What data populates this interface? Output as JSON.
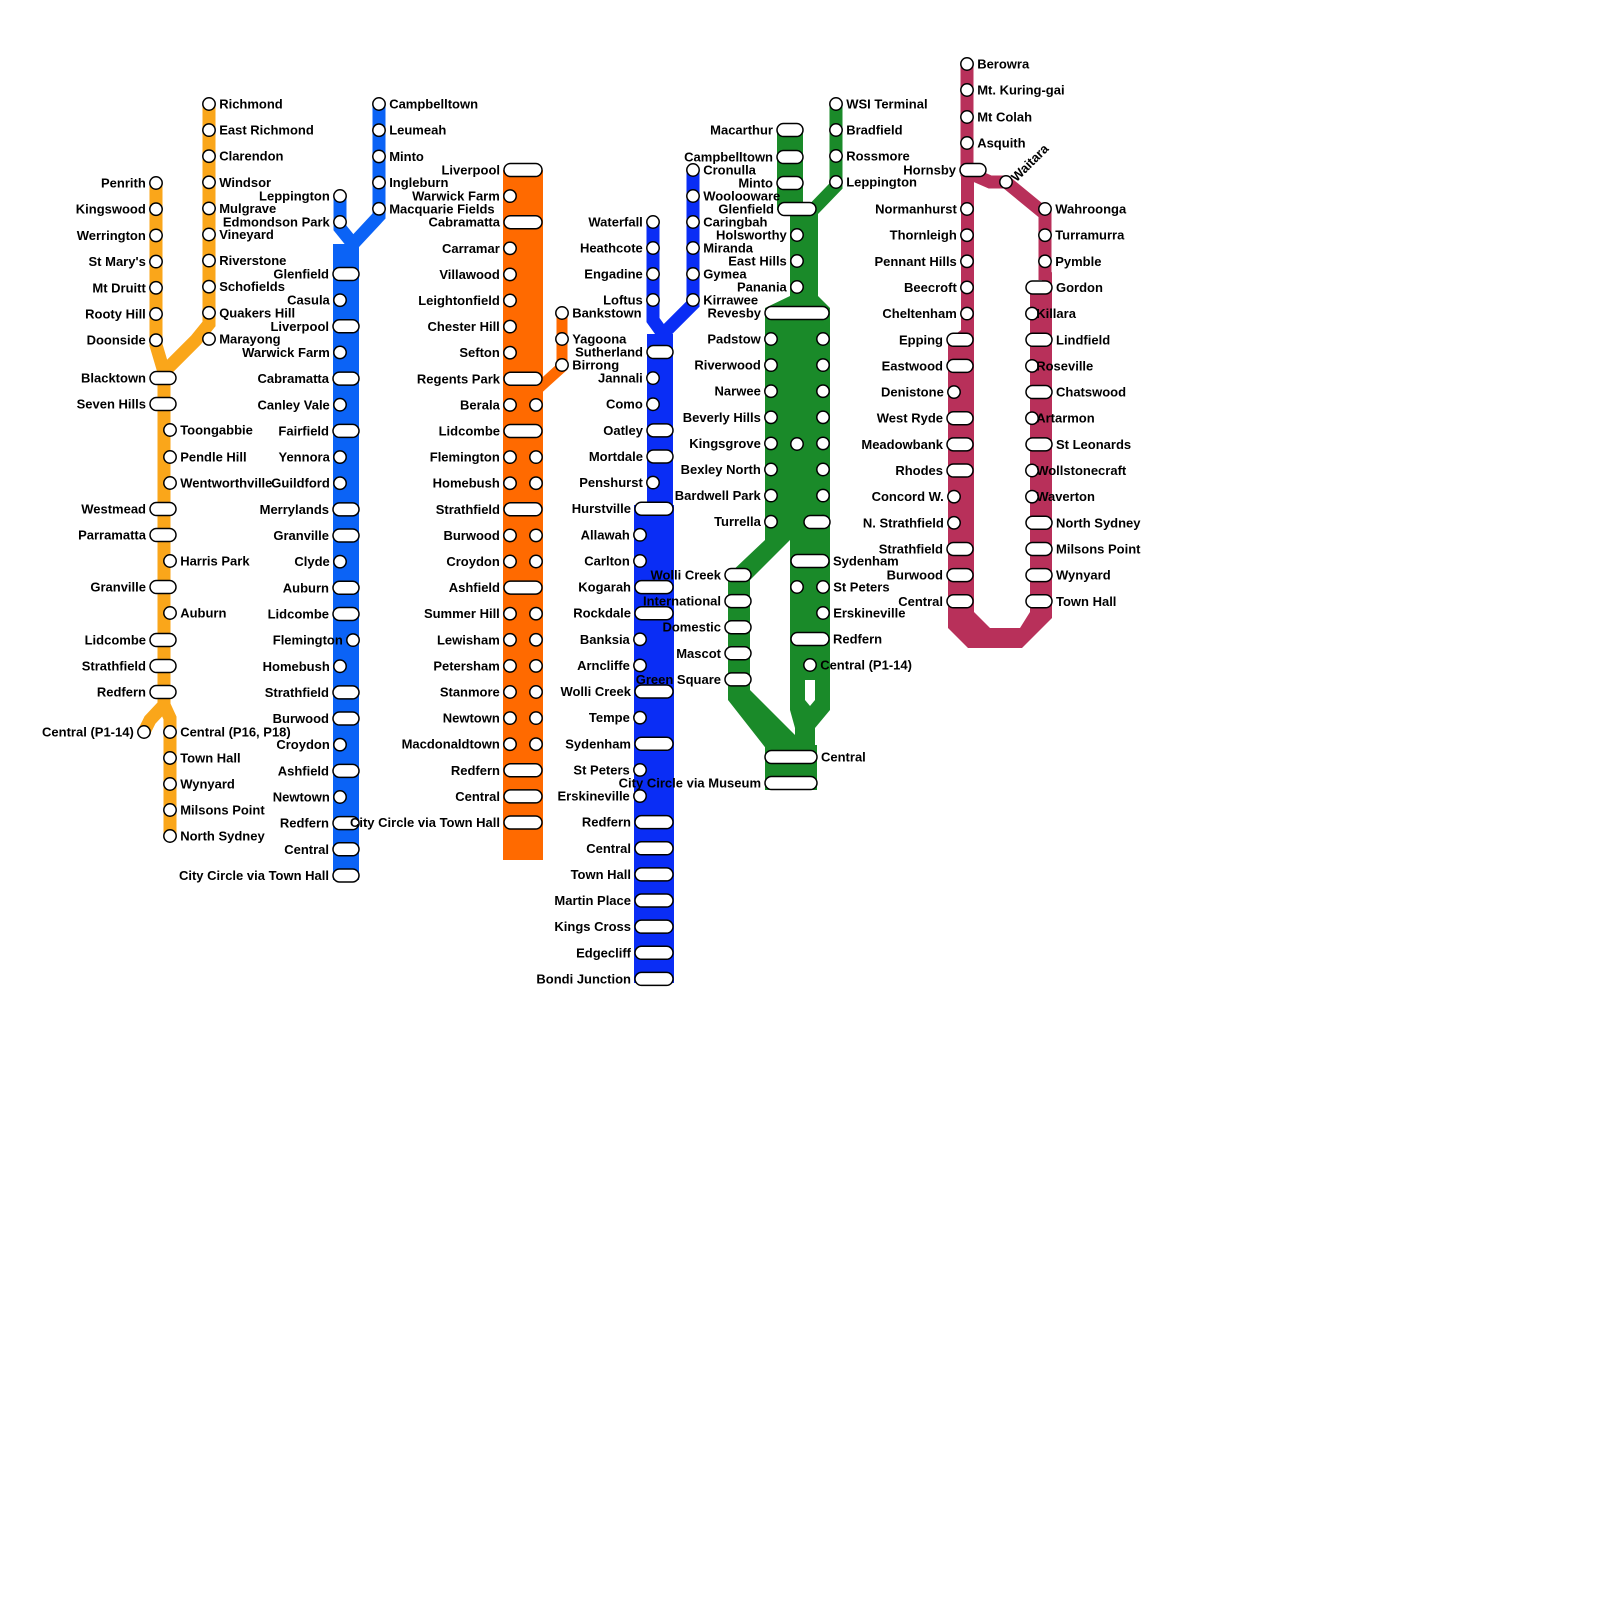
{
  "lines": [
    {
      "id": "orange-t1",
      "color": "#FAA61A",
      "branch_a": [
        "Penrith",
        "Kingswood",
        "Werrington",
        "St Mary's",
        "Mt Druitt",
        "Rooty Hill",
        "Doonside"
      ],
      "branch_b": [
        "Richmond",
        "East Richmond",
        "Clarendon",
        "Windsor",
        "Mulgrave",
        "Vineyard",
        "Riverstone",
        "Schofields",
        "Quakers Hill",
        "Marayong"
      ],
      "trunk": [
        "Blacktown",
        "Seven Hills",
        "Toongabbie",
        "Pendle Hill",
        "Wentworthville",
        "Westmead",
        "Parramatta",
        "Harris Park",
        "Granville",
        "Auburn",
        "Lidcombe",
        "Strathfield",
        "Redfern"
      ],
      "ends": [
        "Central (P1-14)",
        "Central (P16, P18)",
        "Town Hall",
        "Wynyard",
        "Milsons Point",
        "North Sydney"
      ]
    },
    {
      "id": "blue-t2",
      "color": "#0B63F6",
      "branch_a": [
        "Leppington",
        "Edmondson Park"
      ],
      "branch_b": [
        "Campbelltown",
        "Leumeah",
        "Minto",
        "Ingleburn",
        "Macquarie Fields"
      ],
      "trunk": [
        "Glenfield",
        "Casula",
        "Liverpool",
        "Warwick Farm",
        "Cabramatta",
        "Canley Vale",
        "Fairfield",
        "Yennora",
        "Guildford",
        "Merrylands",
        "Granville",
        "Clyde",
        "Auburn",
        "Lidcombe",
        "Flemington",
        "Homebush",
        "Strathfield",
        "Burwood",
        "Croydon",
        "Ashfield",
        "Newtown",
        "Redfern",
        "Central",
        "City Circle via Town Hall"
      ]
    },
    {
      "id": "orange-t3",
      "color": "#FF6A00",
      "trunk": [
        "Liverpool",
        "Warwick Farm",
        "Cabramatta",
        "Carramar",
        "Villawood",
        "Leightonfield",
        "Chester Hill",
        "Sefton",
        "Regents Park",
        "Berala",
        "Lidcombe",
        "Flemington",
        "Homebush",
        "Strathfield",
        "Burwood",
        "Croydon",
        "Ashfield",
        "Summer Hill",
        "Lewisham",
        "Petersham",
        "Stanmore",
        "Newtown",
        "Macdonaldtown",
        "Redfern",
        "Central",
        "City Circle via Town Hall"
      ],
      "branch": [
        "Bankstown",
        "Yagoona",
        "Birrong"
      ]
    },
    {
      "id": "blue-t4",
      "color": "#0A2DF5",
      "branch_a": [
        "Waterfall",
        "Heathcote",
        "Engadine",
        "Loftus"
      ],
      "branch_b": [
        "Cronulla",
        "Woolooware",
        "Caringbah",
        "Miranda",
        "Gymea",
        "Kirrawee"
      ],
      "trunk": [
        "Sutherland",
        "Jannali",
        "Como",
        "Oatley",
        "Mortdale",
        "Penshurst",
        "Hurstville",
        "Allawah",
        "Carlton",
        "Kogarah",
        "Rockdale",
        "Banksia",
        "Arncliffe",
        "Wolli Creek",
        "Tempe",
        "Sydenham",
        "St Peters",
        "Erskineville",
        "Redfern",
        "Central",
        "Town Hall",
        "Martin Place",
        "Kings Cross",
        "Edgecliff",
        "Bondi Junction"
      ]
    },
    {
      "id": "green-t8",
      "color": "#1A8A29",
      "branch_a": [
        "Macarthur",
        "Campbelltown",
        "Minto",
        "Glenfield"
      ],
      "branch_b": [
        "WSI Terminal",
        "Bradfield",
        "Rossmore",
        "Leppington"
      ],
      "trunk": [
        "Holsworthy",
        "East Hills",
        "Panania",
        "Revesby",
        "Padstow",
        "Riverwood",
        "Narwee",
        "Beverly Hills",
        "Kingsgrove",
        "Bexley North",
        "Bardwell Park",
        "Turrella",
        "Wolli Creek",
        "International",
        "Domestic",
        "Mascot",
        "Green Square",
        "Sydenham",
        "St Peters",
        "Erskineville",
        "Redfern",
        "Central (P1-14)",
        "Central",
        "City Circle via Museum"
      ]
    },
    {
      "id": "red-t9",
      "color": "#B8305A",
      "north": [
        "Berowra",
        "Mt. Kuring-gai",
        "Mt Colah",
        "Asquith",
        "Hornsby",
        "Waitara"
      ],
      "west": [
        "Normanhurst",
        "Thornleigh",
        "Pennant Hills",
        "Beecroft",
        "Cheltenham",
        "Epping",
        "Eastwood",
        "Denistone",
        "West Ryde",
        "Meadowbank",
        "Rhodes",
        "Concord W.",
        "N. Strathfield",
        "Strathfield",
        "Burwood",
        "Central"
      ],
      "east": [
        "Wahroonga",
        "Turramurra",
        "Pymble",
        "Gordon",
        "Killara",
        "Lindfield",
        "Roseville",
        "Chatswood",
        "Artarmon",
        "St Leonards",
        "Wollstonecraft",
        "Waverton",
        "North Sydney",
        "Milsons Point",
        "Wynyard",
        "Town Hall"
      ]
    }
  ]
}
